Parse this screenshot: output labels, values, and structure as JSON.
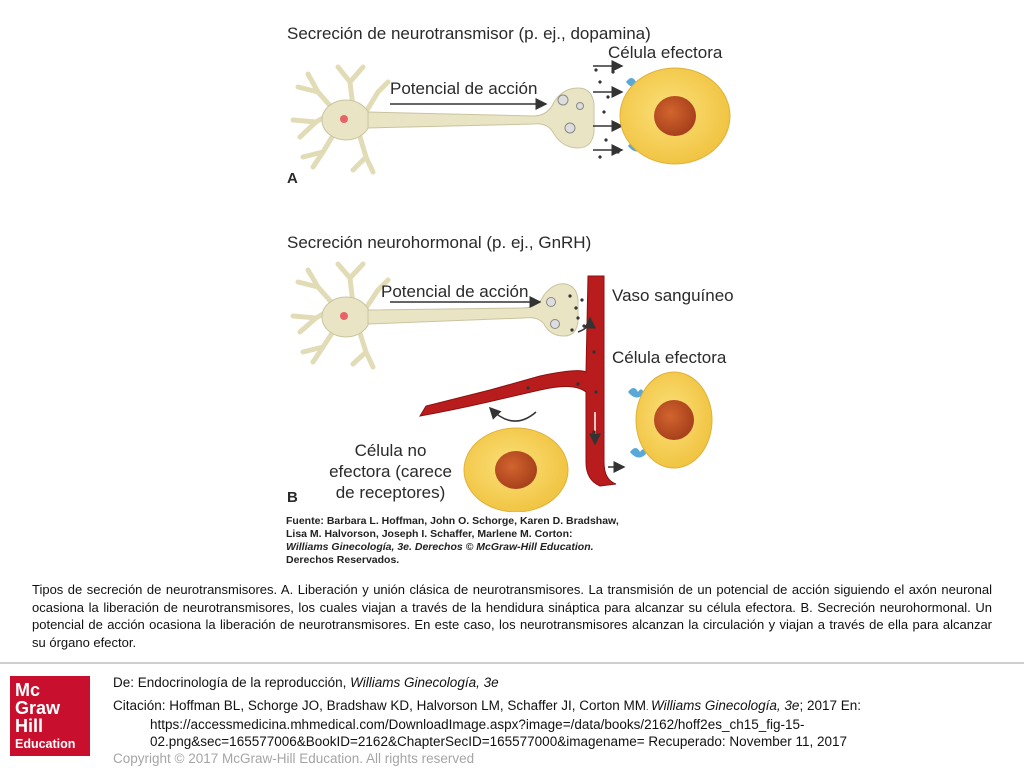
{
  "figure": {
    "panel_a": {
      "title": "Secreción de neurotransmisor (p. ej., dopamina)",
      "action_potential_label": "Potencial de acción",
      "effector_cell_label": "Célula efectora",
      "panel_letter": "A"
    },
    "panel_b": {
      "title": "Secreción neurohormonal (p. ej., GnRH)",
      "action_potential_label": "Potencial de acción",
      "blood_vessel_label": "Vaso sanguíneo",
      "effector_cell_label": "Célula efectora",
      "non_effector_label": [
        "Célula no",
        "efectora (carece",
        "de receptores)"
      ],
      "panel_letter": "B"
    },
    "source_lines": [
      "Fuente: Barbara L. Hoffman, John O. Schorge, Karen D. Bradshaw,",
      "Lisa M. Halvorson, Joseph I. Schaffer, Marlene M. Corton:",
      "Williams Ginecología, 3e. Derechos © McGraw-Hill Education.",
      "Derechos Reservados."
    ],
    "colors": {
      "neuron": "#e9e4c3",
      "cell_body": "#f5cf57",
      "nucleus": "#c05225",
      "vessel": "#b81c1c",
      "receptor": "#5aa8d8"
    }
  },
  "caption": "Tipos de secreción de neurotransmisores. A. Liberación y unión clásica de neurotransmisores. La transmisión de un potencial de acción siguiendo el axón neuronal ocasiona la liberación de neurotransmisores, los cuales viajan a través de la hendidura sináptica para alcanzar su célula efectora. B. Secreción neurohormonal. Un potencial de acción ocasiona la liberación de neurotransmisores. En este caso, los neurotransmisores alcanzan la circulación y viajan a través de ella para alcanzar su órgano efector.",
  "logo": {
    "lines": [
      "Mc",
      "Graw",
      "Hill",
      "Education"
    ]
  },
  "footer": {
    "from_prefix": "De: Endocrinología de la reproducción, ",
    "from_book": "Williams Ginecología, 3e",
    "citation_prefix": "Citación: Hoffman BL, Schorge JO, Bradshaw KD, Halvorson LM, Schaffer JI, Corton MM",
    "citation_dot": ". ",
    "citation_book": "Williams Ginecología, 3e",
    "citation_suffix": "; 2017 En:",
    "url_line1": "https://accessmedicina.mhmedical.com/DownloadImage.aspx?image=/data/books/2162/hoff2es_ch15_fig-15-",
    "url_line2": "02.png&sec=165577006&BookID=2162&ChapterSecID=165577000&imagename= Recuperado: November 11, 2017",
    "copyright": "Copyright © 2017 McGraw-Hill Education. All rights reserved"
  }
}
